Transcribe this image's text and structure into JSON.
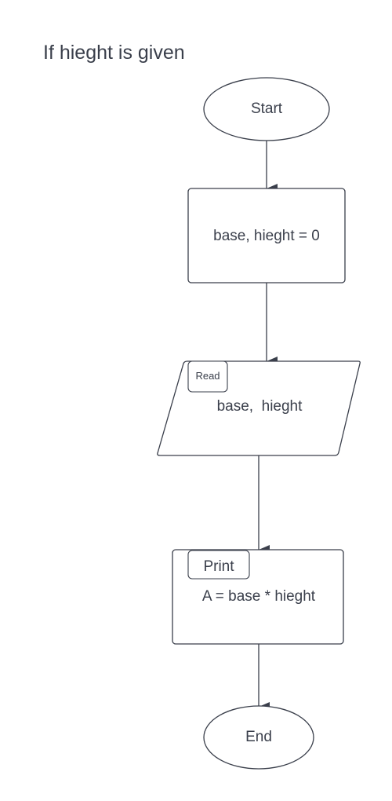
{
  "diagram": {
    "title": "If hieght is given",
    "nodes": {
      "start": {
        "label": "Start"
      },
      "init": {
        "label": "base, hieght = 0"
      },
      "read": {
        "tag": "Read",
        "label": "base,  hieght"
      },
      "print": {
        "tag": "Print",
        "label": "A = base * hieght"
      },
      "end": {
        "label": "End"
      }
    }
  }
}
